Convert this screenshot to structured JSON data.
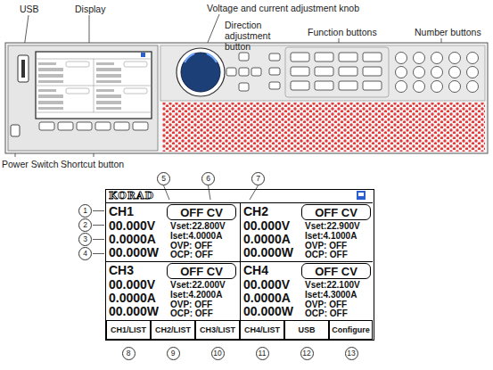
{
  "diagram": {
    "nodes": [
      {
        "text": [
          "KORAD"
        ]
      },
      {
        "text": [
          "CH1",
          "00.000V",
          "0.0000A",
          "00.000W",
          "Vset:22.800V",
          "Iset:4.0000A",
          "OVP: OFF",
          "OCP: OFF"
        ],
        "in": 0
      },
      {
        "text": [
          "OFF CV"
        ],
        "in": 1
      },
      {
        "text": [
          "CH2",
          "00.000V",
          "0.0000A",
          "00.000W",
          "Vset:22.900V",
          "Iset:4.1000A",
          "OVP: OFF",
          "OCP: OFF"
        ],
        "in": 0
      },
      {
        "text": [
          "OFF CV"
        ],
        "in": 3
      },
      {
        "text": [
          "CH3",
          "00.000V",
          "0.0000A",
          "00.000W",
          "Vset:22.000V",
          "Iset:4.2000A",
          "OVP: OFF",
          "OCP: OFF"
        ],
        "in": 0
      },
      {
        "text": [
          "OFF CV"
        ],
        "in": 5
      },
      {
        "text": [
          "CH4",
          "00.000V",
          "0.0000A",
          "00.000W",
          "Vset:22.100V",
          "Iset:4.3000A",
          "OVP: OFF",
          "OCP: OFF"
        ],
        "in": 0
      },
      {
        "text": [
          "OFF CV"
        ],
        "in": 7
      },
      {
        "text": [
          "CH1/LIST"
        ],
        "in": 0
      },
      {
        "text": [
          "CH2/LIST"
        ],
        "in": 0
      },
      {
        "text": [
          "CH3/LIST"
        ],
        "in": 0
      },
      {
        "text": [
          "CH4/LIST"
        ],
        "in": 0
      },
      {
        "text": [
          "USB"
        ],
        "in": 0
      },
      {
        "text": [
          "Configure"
        ],
        "in": 0
      }
    ],
    "labels": [
      "Voltage and current adjustment knob",
      "USB",
      "Display",
      "Direction adjustment button",
      "Function buttons",
      "Number buttons",
      "Power Switch",
      "Shortcut button",
      "1",
      "2",
      "3",
      "4",
      "5",
      "6",
      "7",
      "8",
      "9",
      "10",
      "11",
      "12",
      "13"
    ]
  }
}
